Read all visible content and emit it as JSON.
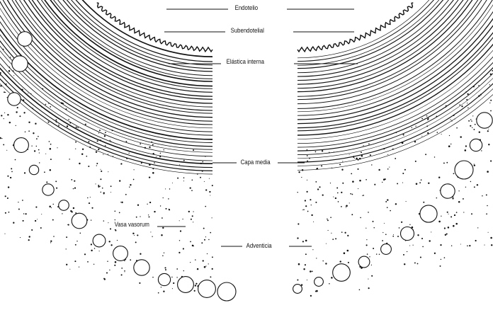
{
  "labels": {
    "endotelio": "Endotelio",
    "subendotelial": "Subendotelial",
    "elastica_interna": "Elástica interna",
    "capa_media": "Capa media",
    "vasa_vasorum": "Vasa vasorum",
    "adventicia": "Adventicia"
  },
  "colors": {
    "ink": "#111111",
    "paper": "#ffffff"
  }
}
